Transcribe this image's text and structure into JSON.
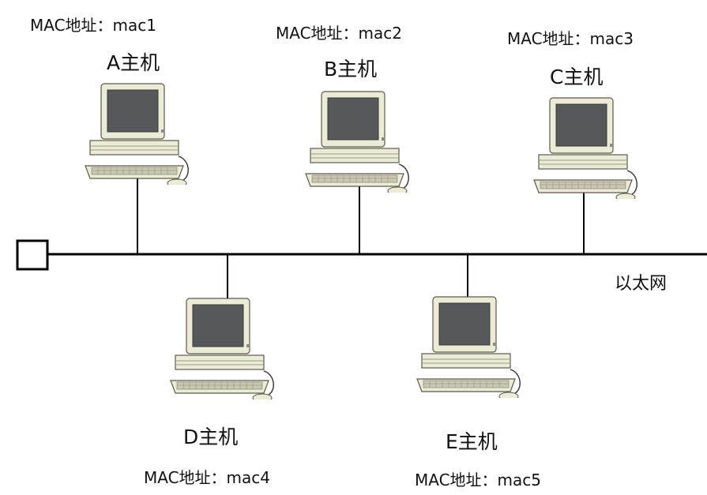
{
  "hosts": [
    {
      "id": "A",
      "name": "A主机",
      "mac": "MAC地址：mac1"
    },
    {
      "id": "B",
      "name": "B主机",
      "mac": "MAC地址：mac2"
    },
    {
      "id": "C",
      "name": "C主机",
      "mac": "MAC地址：mac3"
    },
    {
      "id": "D",
      "name": "D主机",
      "mac": "MAC地址：mac4"
    },
    {
      "id": "E",
      "name": "E主机",
      "mac": "MAC地址：mac5"
    }
  ],
  "network": {
    "label": "以太网"
  }
}
